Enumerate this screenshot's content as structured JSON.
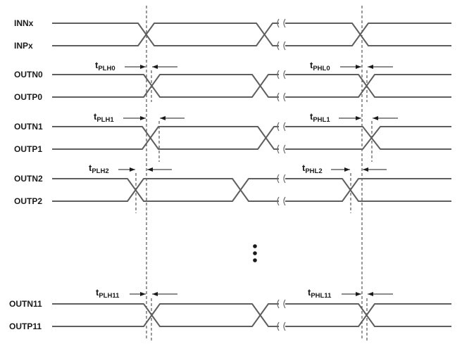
{
  "signals": {
    "inn": "INNx",
    "inp": "INPx",
    "outn0": "OUTN0",
    "outp0": "OUTP0",
    "outn1": "OUTN1",
    "outp1": "OUTP1",
    "outn2": "OUTN2",
    "outp2": "OUTP2",
    "outn11": "OUTN11",
    "outp11": "OUTP11"
  },
  "delays": {
    "plh0": {
      "main": "t",
      "sub": "PLH0"
    },
    "phl0": {
      "main": "t",
      "sub": "PHL0"
    },
    "plh1": {
      "main": "t",
      "sub": "PLH1"
    },
    "phl1": {
      "main": "t",
      "sub": "PHL1"
    },
    "plh2": {
      "main": "t",
      "sub": "PLH2"
    },
    "phl2": {
      "main": "t",
      "sub": "PHL2"
    },
    "plh11": {
      "main": "t",
      "sub": "PLH11"
    },
    "phl11": {
      "main": "t",
      "sub": "PHL11"
    }
  },
  "colors": {
    "waveform": "#5f5f5f",
    "text": "#1a1a1a",
    "background": "#ffffff"
  }
}
